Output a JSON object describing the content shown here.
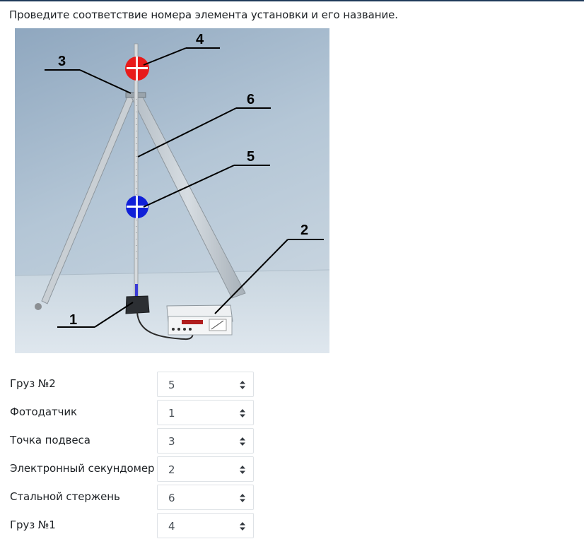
{
  "question": {
    "text": "Проведите соответствие номера элемента установки и его название."
  },
  "figure": {
    "callouts": [
      "1",
      "2",
      "3",
      "4",
      "5",
      "6"
    ]
  },
  "matches": [
    {
      "label": "Груз №2",
      "selected": "5"
    },
    {
      "label": "Фотодатчик",
      "selected": "1"
    },
    {
      "label": "Точка подвеса",
      "selected": "3"
    },
    {
      "label": "Электронный секундомер",
      "selected": "2"
    },
    {
      "label": "Стальной стержень",
      "selected": "6"
    },
    {
      "label": "Груз №1",
      "selected": "4"
    }
  ],
  "icons": {
    "select_arrow": "sort-arrows-icon"
  }
}
